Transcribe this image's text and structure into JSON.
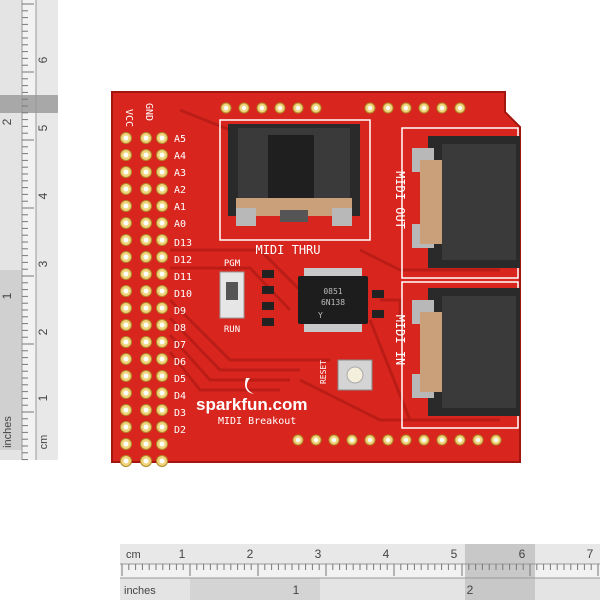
{
  "ruler_left": {
    "unit_cm": "cm",
    "unit_inches": "inches",
    "cm_marks": [
      "6",
      "5",
      "4",
      "3",
      "2",
      "1"
    ],
    "inch_marks": [
      "2",
      "1"
    ]
  },
  "ruler_bottom": {
    "unit_cm": "cm",
    "unit_inches": "inches",
    "cm_marks": [
      "1",
      "2",
      "3",
      "4",
      "5",
      "6",
      "7"
    ],
    "inch_marks": [
      "1",
      "2"
    ]
  },
  "board": {
    "color": "#d8261e",
    "brand": "sparkfun.com",
    "product": "MIDI Breakout",
    "power_labels": [
      "VCC",
      "GND"
    ],
    "analog_pins": [
      "A5",
      "A4",
      "A3",
      "A2",
      "A1",
      "A0"
    ],
    "digital_pins": [
      "D13",
      "D12",
      "D11",
      "D10",
      "D9",
      "D8",
      "D7",
      "D6",
      "D5",
      "D4",
      "D3",
      "D2"
    ],
    "connector_thru": "MIDI THRU",
    "connector_out": "MIDI OUT",
    "connector_in": "MIDI IN",
    "switch_top": "PGM",
    "switch_bottom": "RUN",
    "reset_label": "RESET",
    "chip_line1": "0851",
    "chip_line2": "6N138",
    "chip_mark": "Y"
  }
}
